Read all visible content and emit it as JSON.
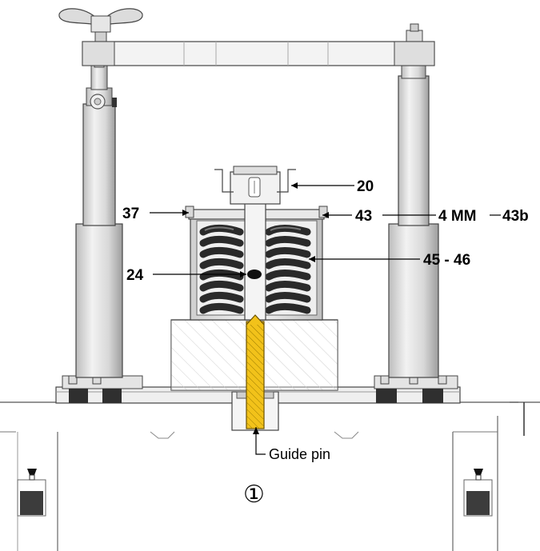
{
  "labels": {
    "part_20": "20",
    "part_37": "37",
    "part_43": "43",
    "gap": "4 MM",
    "part_43b": "43b",
    "part_24": "24",
    "part_45_46": "45 - 46",
    "guide_pin": "Guide pin",
    "station_number": "①"
  },
  "colors": {
    "guide_pin": "#f2c21a",
    "spring_coil": "#2a2a2a",
    "metal_light": "#e6e6e6",
    "metal_mid": "#c9c9c9",
    "outline": "#333333",
    "foot_dark": "#3a3a3a"
  }
}
